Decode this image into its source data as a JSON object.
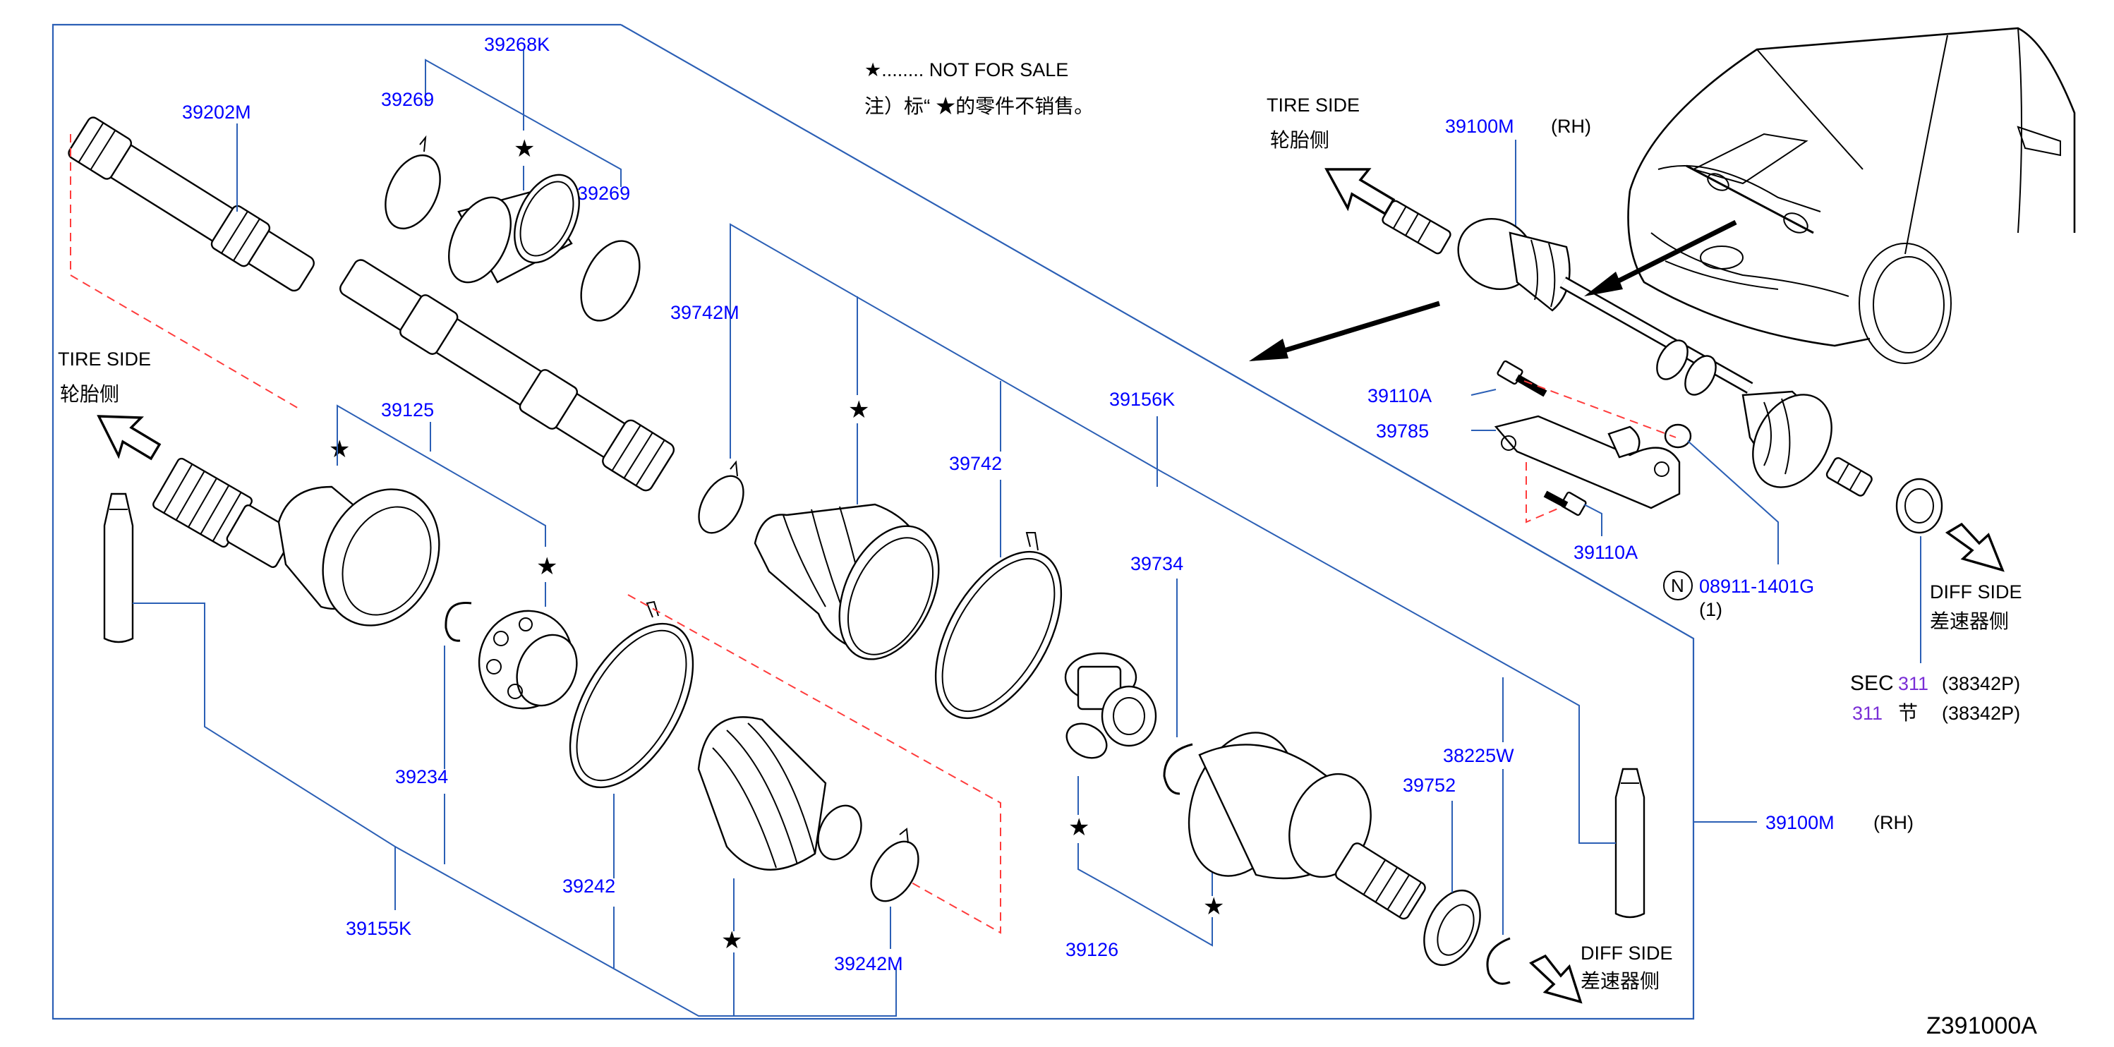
{
  "legend": {
    "star_line": "★........ NOT FOR SALE",
    "cn_line": "注）标“ ★的零件不销售。"
  },
  "sides": {
    "tire_side_en": "TIRE SIDE",
    "tire_side_cn": "轮胎侧",
    "diff_side_en": "DIFF SIDE",
    "diff_side_cn": "差速器侧"
  },
  "parts": {
    "p39202M": "39202M",
    "p39268K": "39268K",
    "p39269a": "39269",
    "p39269b": "39269",
    "p39742M": "39742M",
    "p39742": "39742",
    "p39156K": "39156K",
    "p39125": "39125",
    "p39234": "39234",
    "p39155K": "39155K",
    "p39242": "39242",
    "p39242M": "39242M",
    "p39734": "39734",
    "p39126": "39126",
    "p38225W": "38225W",
    "p39752": "39752",
    "p39100M_bottom": "39100M",
    "p39100M_top": "39100M",
    "rh_bottom": "(RH)",
    "rh_top": "(RH)",
    "p39110A_top": "39110A",
    "p39785": "39785",
    "p39110A_bottom": "39110A",
    "p08911": "08911-1401G",
    "p08911_qty": "(1)",
    "n_mark": "N"
  },
  "section_ref": {
    "sec_prefix": "SEC",
    "sec_num": "311",
    "sec_code": "(38342P)",
    "cn_num": "311",
    "cn_word": "节",
    "cn_code": "(38342P)"
  },
  "diagram_code": "Z391000A",
  "marks": {
    "star": "★"
  },
  "colors": {
    "label": "#0000ff",
    "leader": "#2b5fb5",
    "dashed": "#ff3b3b",
    "section_num": "#7a2ed6"
  }
}
